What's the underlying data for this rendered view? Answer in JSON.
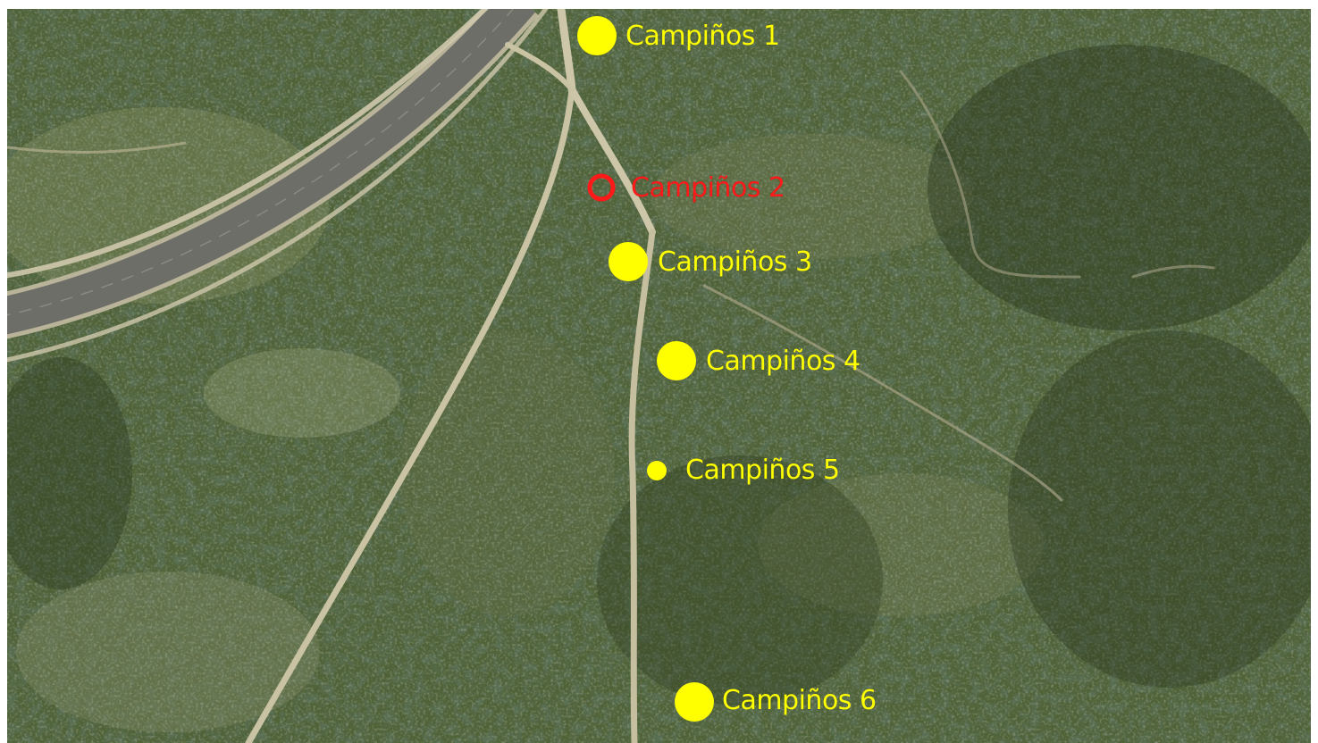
{
  "map": {
    "markers": [
      {
        "id": "campinos-1",
        "label": "Campiños 1",
        "style": "filled",
        "color": "#ffff00"
      },
      {
        "id": "campinos-2",
        "label": "Campiños 2",
        "style": "ring",
        "color": "#ff1a1a"
      },
      {
        "id": "campinos-3",
        "label": "Campiños 3",
        "style": "filled",
        "color": "#ffff00"
      },
      {
        "id": "campinos-4",
        "label": "Campiños 4",
        "style": "filled",
        "color": "#ffff00"
      },
      {
        "id": "campinos-5",
        "label": "Campiños 5",
        "style": "filled-small",
        "color": "#ffff00"
      },
      {
        "id": "campinos-6",
        "label": "Campiños 6",
        "style": "filled",
        "color": "#ffff00"
      }
    ]
  }
}
